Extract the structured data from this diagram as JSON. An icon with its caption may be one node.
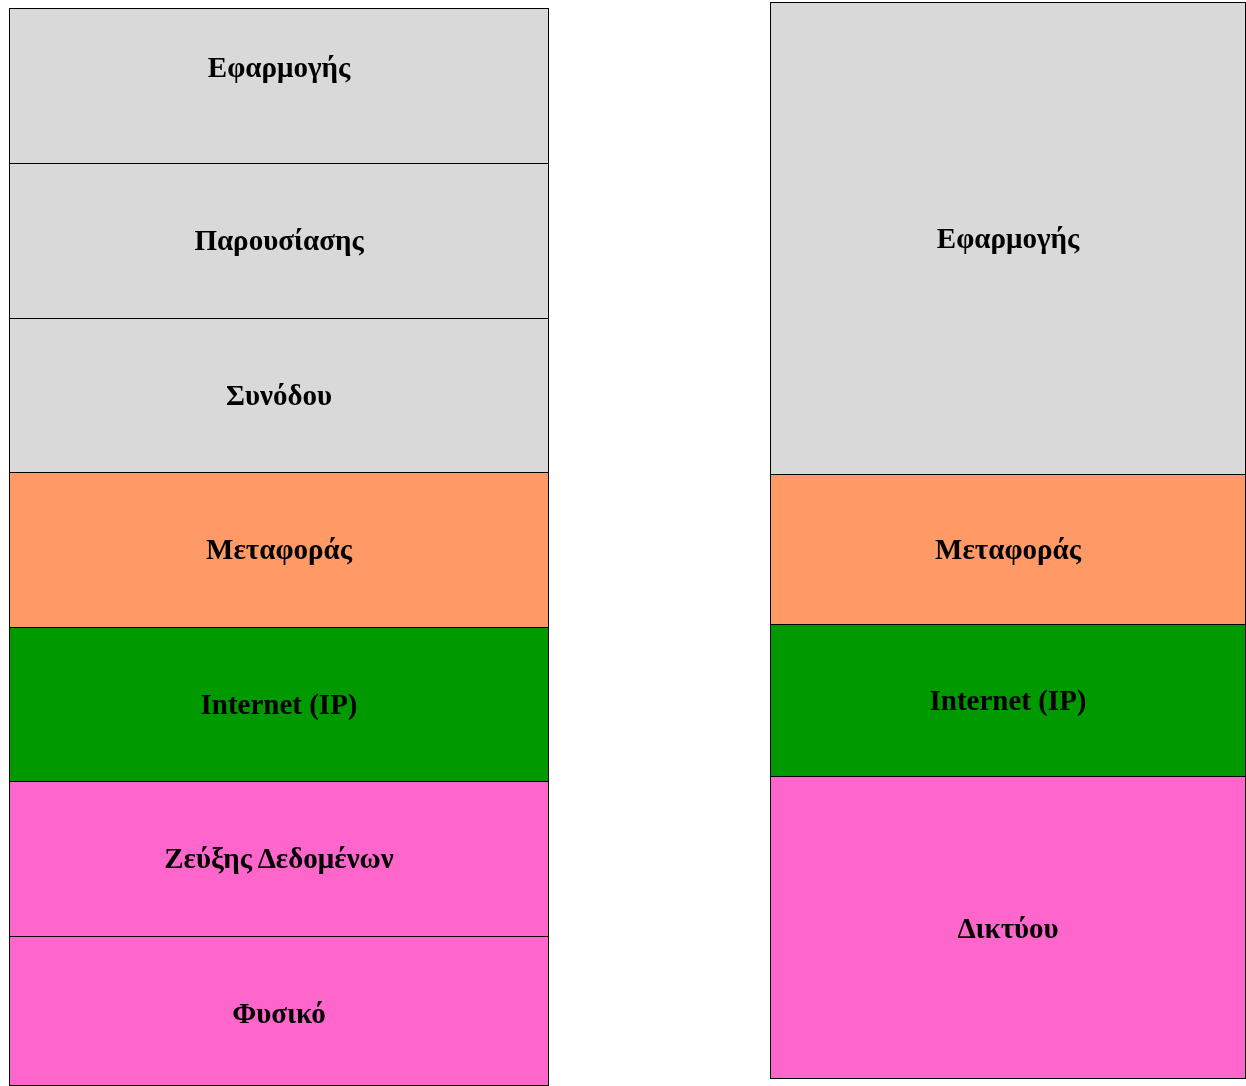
{
  "diagram": {
    "nodes": [
      {
        "text": [
          "Εφαρμογής"
        ]
      },
      {
        "text": [
          "Παρουσίασης"
        ]
      },
      {
        "text": [
          "Συνόδου"
        ]
      },
      {
        "text": [
          "Μεταφοράς"
        ]
      },
      {
        "text": [
          "Internet (IP)"
        ]
      },
      {
        "text": [
          "Ζεύξης Δεδομένων"
        ]
      },
      {
        "text": [
          "Φυσικό"
        ]
      },
      {
        "text": [
          "Εφαρμογής"
        ]
      },
      {
        "text": [
          "Μεταφοράς"
        ]
      },
      {
        "text": [
          "Internet (IP)"
        ]
      },
      {
        "text": [
          "Δικτύου"
        ]
      }
    ]
  }
}
